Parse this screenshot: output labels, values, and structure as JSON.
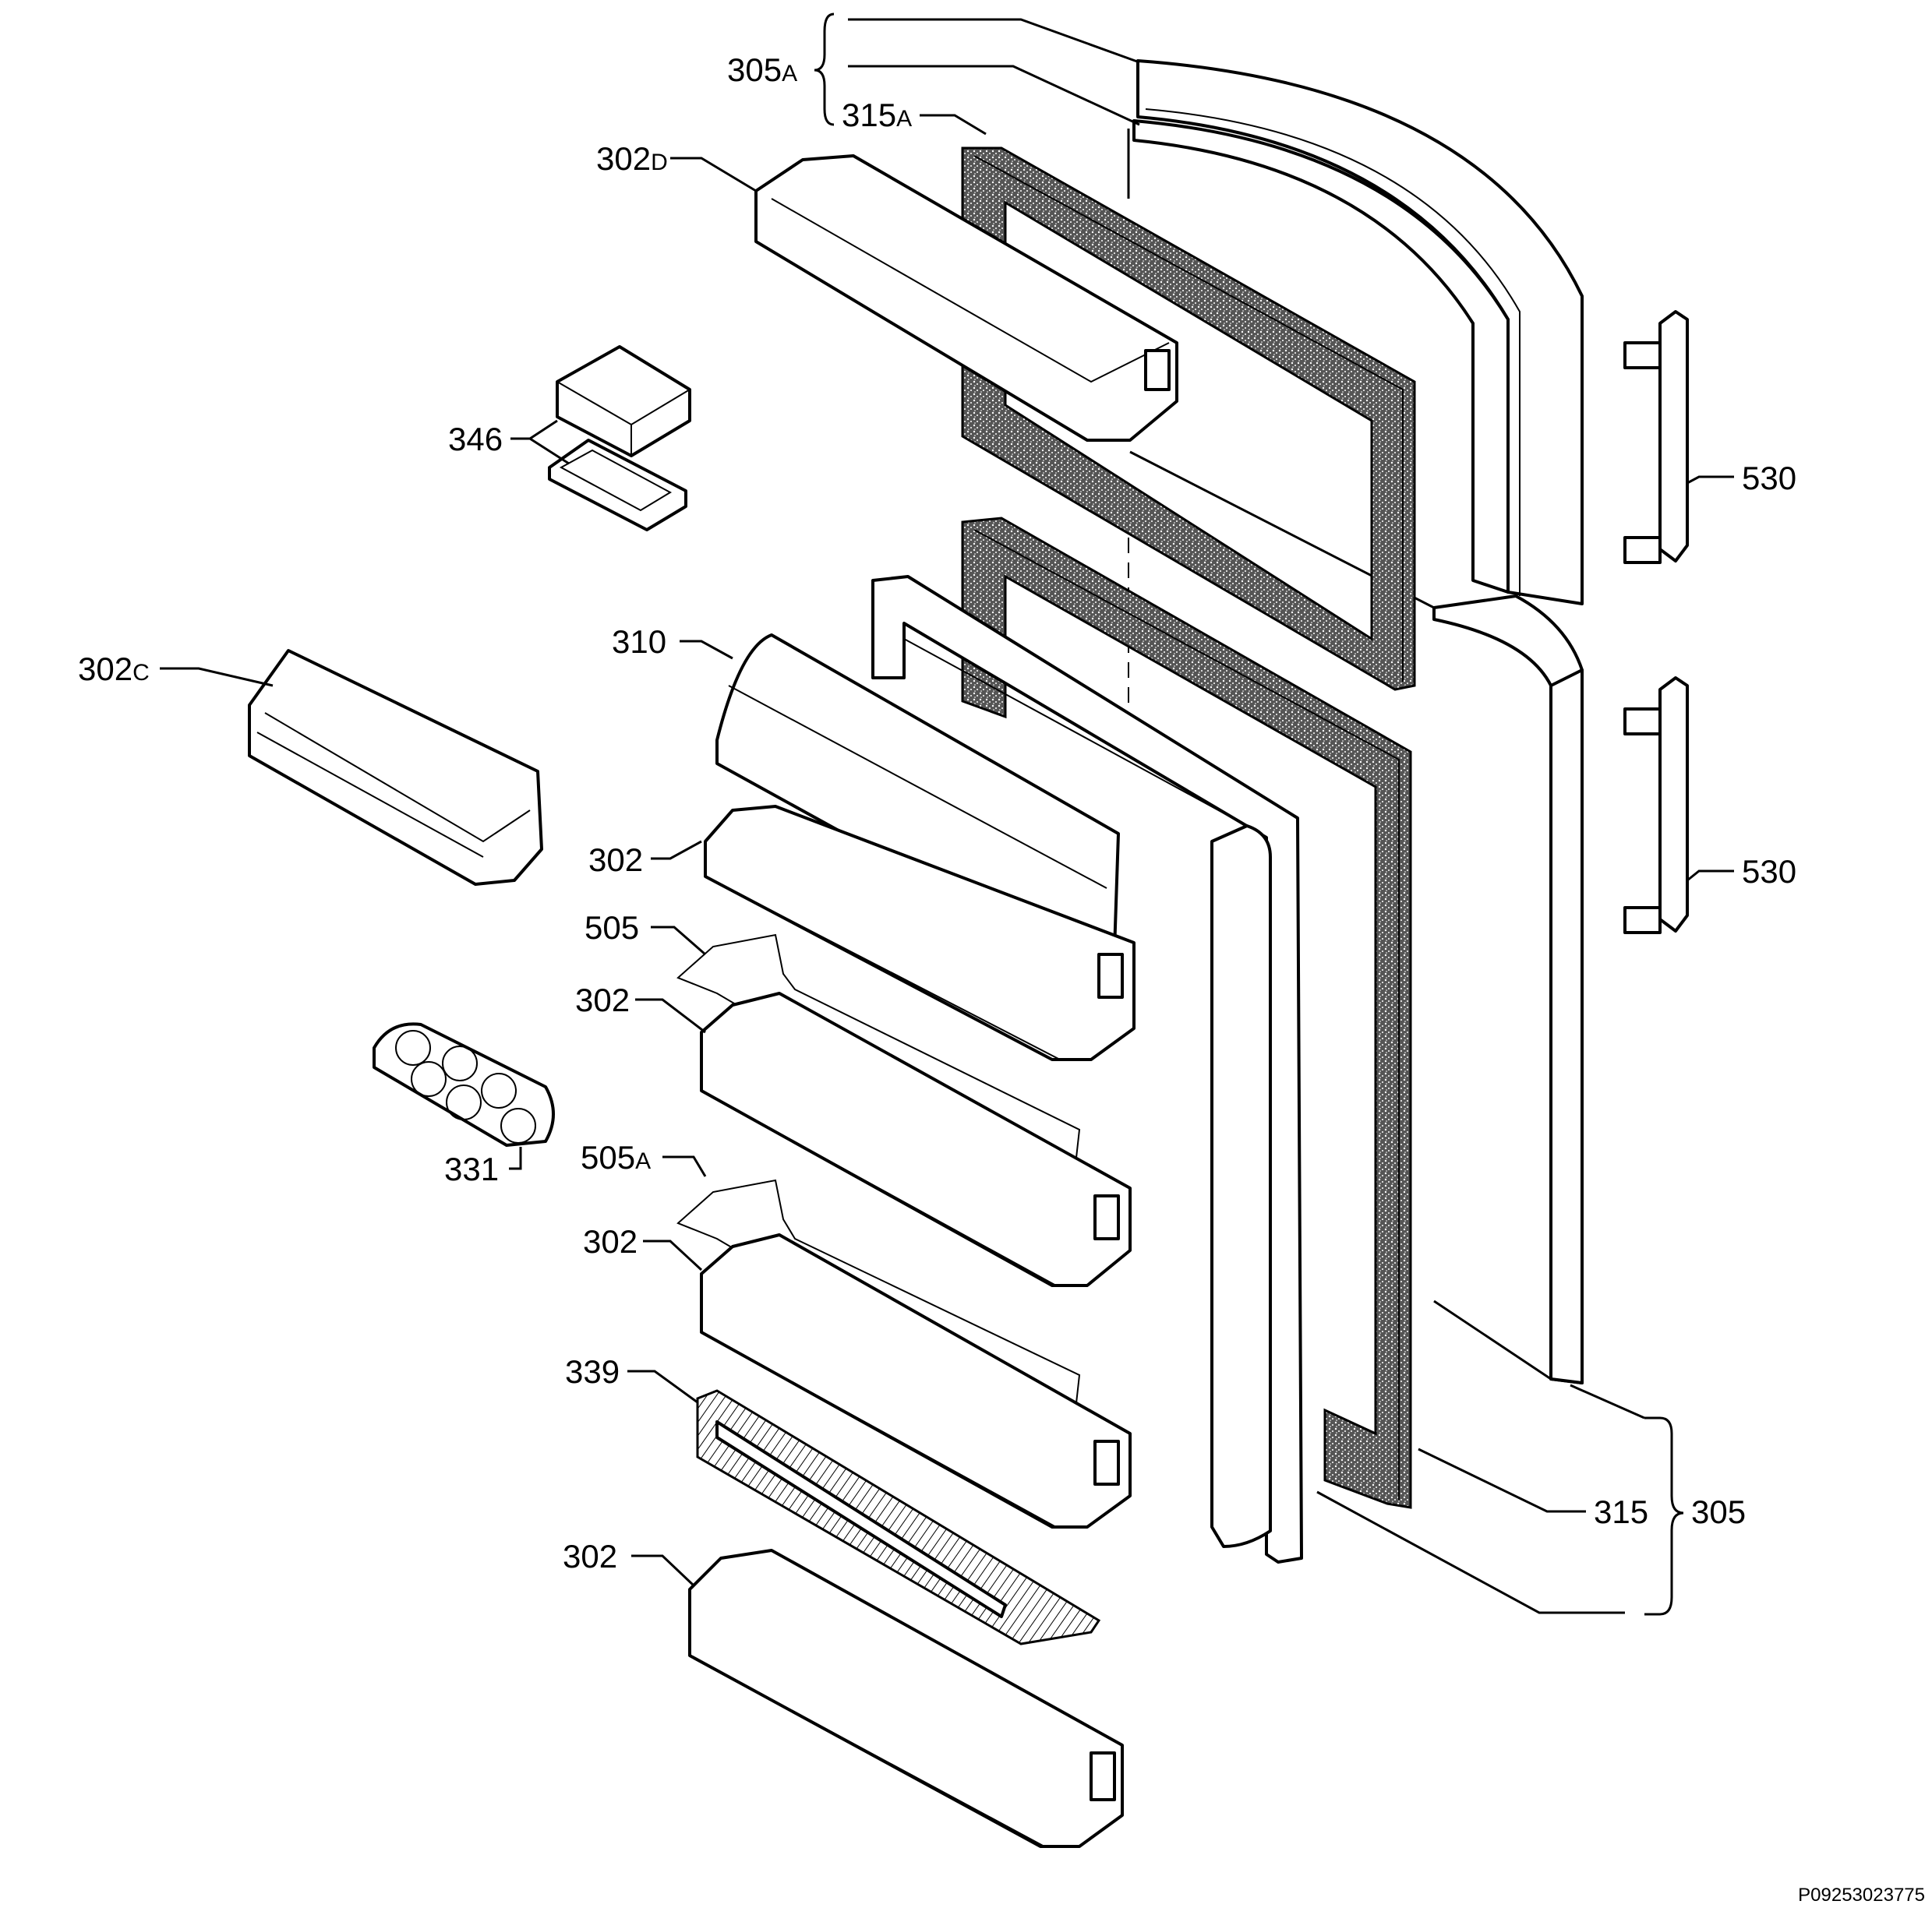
{
  "callouts": {
    "c305a": {
      "num": "305",
      "suffix": "A"
    },
    "c315a": {
      "num": "315",
      "suffix": "A"
    },
    "c302d": {
      "num": "302",
      "suffix": "D"
    },
    "c346": {
      "num": "346",
      "suffix": ""
    },
    "c302c": {
      "num": "302",
      "suffix": "C"
    },
    "c310": {
      "num": "310",
      "suffix": ""
    },
    "c302_1": {
      "num": "302",
      "suffix": ""
    },
    "c505": {
      "num": "505",
      "suffix": ""
    },
    "c302_2": {
      "num": "302",
      "suffix": ""
    },
    "c331": {
      "num": "331",
      "suffix": ""
    },
    "c505a": {
      "num": "505",
      "suffix": "A"
    },
    "c302_3": {
      "num": "302",
      "suffix": ""
    },
    "c339": {
      "num": "339",
      "suffix": ""
    },
    "c302_4": {
      "num": "302",
      "suffix": ""
    },
    "c530_top": {
      "num": "530",
      "suffix": ""
    },
    "c530_bottom": {
      "num": "530",
      "suffix": ""
    },
    "c315": {
      "num": "315",
      "suffix": ""
    },
    "c305": {
      "num": "305",
      "suffix": ""
    }
  },
  "reference_code": "P09253023775"
}
